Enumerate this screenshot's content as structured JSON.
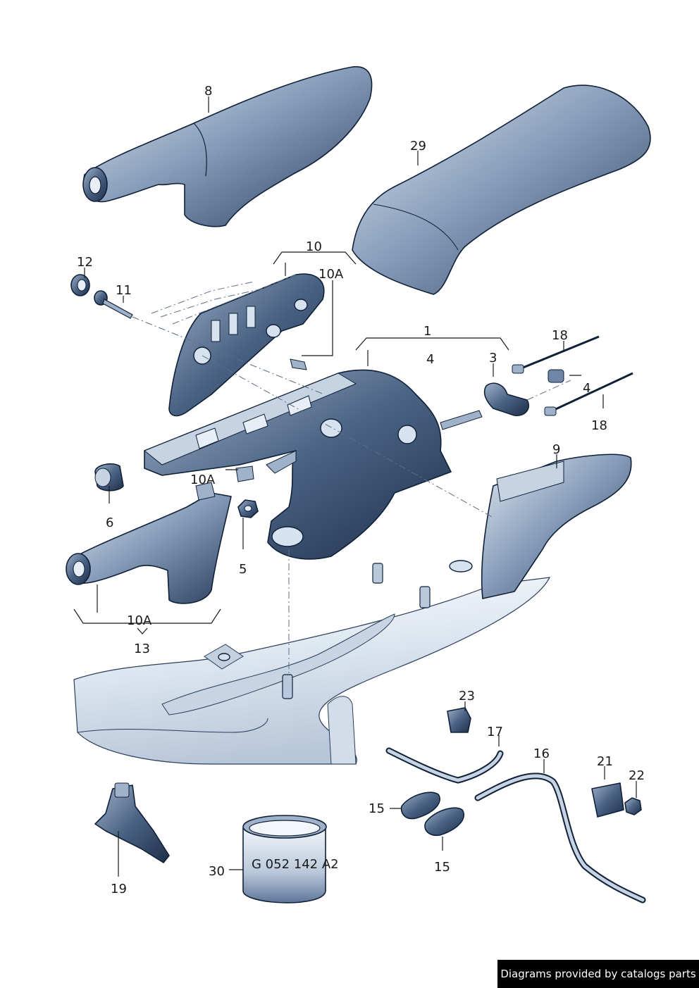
{
  "callouts": {
    "c1": "1",
    "c3": "3",
    "c4a": "4",
    "c4b": "4",
    "c5": "5",
    "c6": "6",
    "c8": "8",
    "c9": "9",
    "c10": "10",
    "c10a_top": "10A",
    "c10a_mid": "10A",
    "c10a_bot": "10A",
    "c11": "11",
    "c12": "12",
    "c13": "13",
    "c15a": "15",
    "c15b": "15",
    "c16": "16",
    "c17": "17",
    "c18a": "18",
    "c18b": "18",
    "c19": "19",
    "c21": "21",
    "c22": "22",
    "c23": "23",
    "c29": "29",
    "c30": "30"
  },
  "parts": {
    "p30_marking": "G 052 142 A2"
  },
  "credit": "Diagrams provided by catalogs parts",
  "colors": {
    "body_light": "#e2eaf3",
    "body_mid": "#8aa0bc",
    "body_dark": "#2b3f5f",
    "outline": "#0f2038"
  }
}
